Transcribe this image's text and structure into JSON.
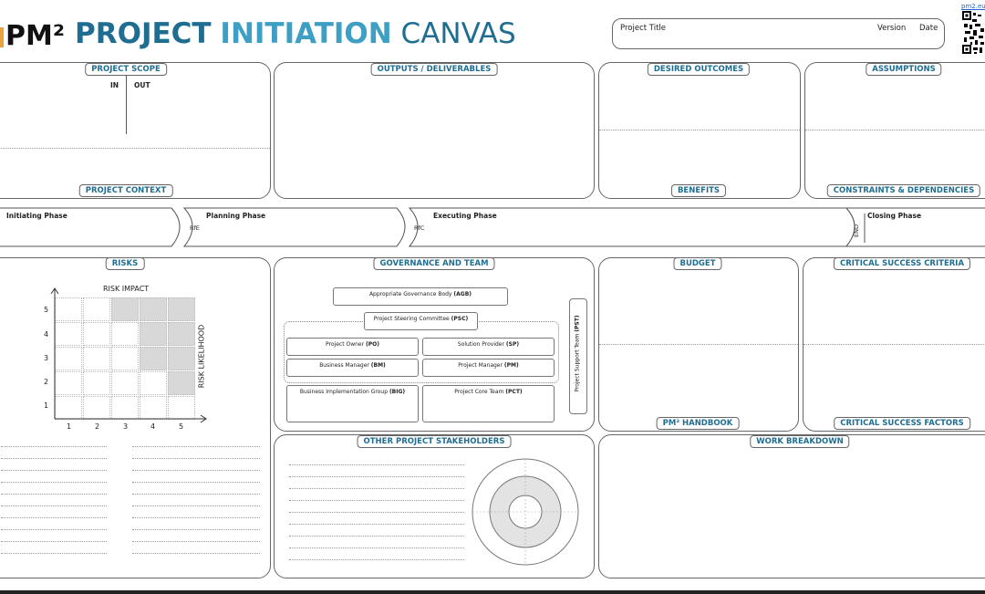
{
  "header": {
    "brand": "PM²",
    "title_part1": "PROJECT",
    "title_part2": "INITIATION",
    "title_part3": "CANVAS",
    "project_title_label": "Project Title",
    "version_label": "Version",
    "date_label": "Date",
    "site_link": "pm2.eu"
  },
  "sections": {
    "project_scope": "PROJECT SCOPE",
    "scope_in": "IN",
    "scope_out": "OUT",
    "project_context": "PROJECT CONTEXT",
    "outputs": "OUTPUTS / DELIVERABLES",
    "desired_outcomes": "DESIRED OUTCOMES",
    "benefits": "BENEFITS",
    "assumptions": "ASSUMPTIONS",
    "constraints": "CONSTRAINTS & DEPENDENCIES",
    "risks": "RISKS",
    "governance": "GOVERNANCE AND TEAM",
    "budget": "BUDGET",
    "pm2_handbook": "PM² HANDBOOK",
    "csc": "CRITICAL SUCCESS CRITERIA",
    "csf": "CRITICAL SUCCESS FACTORS",
    "stakeholders": "OTHER PROJECT STAKEHOLDERS",
    "work_breakdown": "WORK BREAKDOWN"
  },
  "phases": {
    "initiating": "Initiating Phase",
    "rfe": "RfE",
    "planning": "Planning Phase",
    "rfc": "RfC",
    "executing": "Executing Phase",
    "end": "END",
    "closing": "Closing Phase"
  },
  "risk_matrix": {
    "impact_label": "RISK IMPACT",
    "likelihood_label": "RISK LIKELIHOOD",
    "x_ticks": [
      "1",
      "2",
      "3",
      "4",
      "5"
    ],
    "y_ticks": [
      "5",
      "4",
      "3",
      "2",
      "1"
    ]
  },
  "governance": {
    "agb_text": "Appropriate Governance Body ",
    "agb_abbr": "(AGB)",
    "psc_text": "Project Steering Committee ",
    "psc_abbr": "(PSC)",
    "po_text": "Project Owner ",
    "po_abbr": "(PO)",
    "sp_text": "Solution Provider ",
    "sp_abbr": "(SP)",
    "bm_text": "Business Manager ",
    "bm_abbr": "(BM)",
    "pm_text": "Project Manager ",
    "pm_abbr": "(PM)",
    "big_text": "Business Implementation Group ",
    "big_abbr": "(BIG)",
    "pct_text": "Project Core Team ",
    "pct_abbr": "(PCT)",
    "pst_text": "Project Support Team ",
    "pst_abbr": "(PST)"
  }
}
